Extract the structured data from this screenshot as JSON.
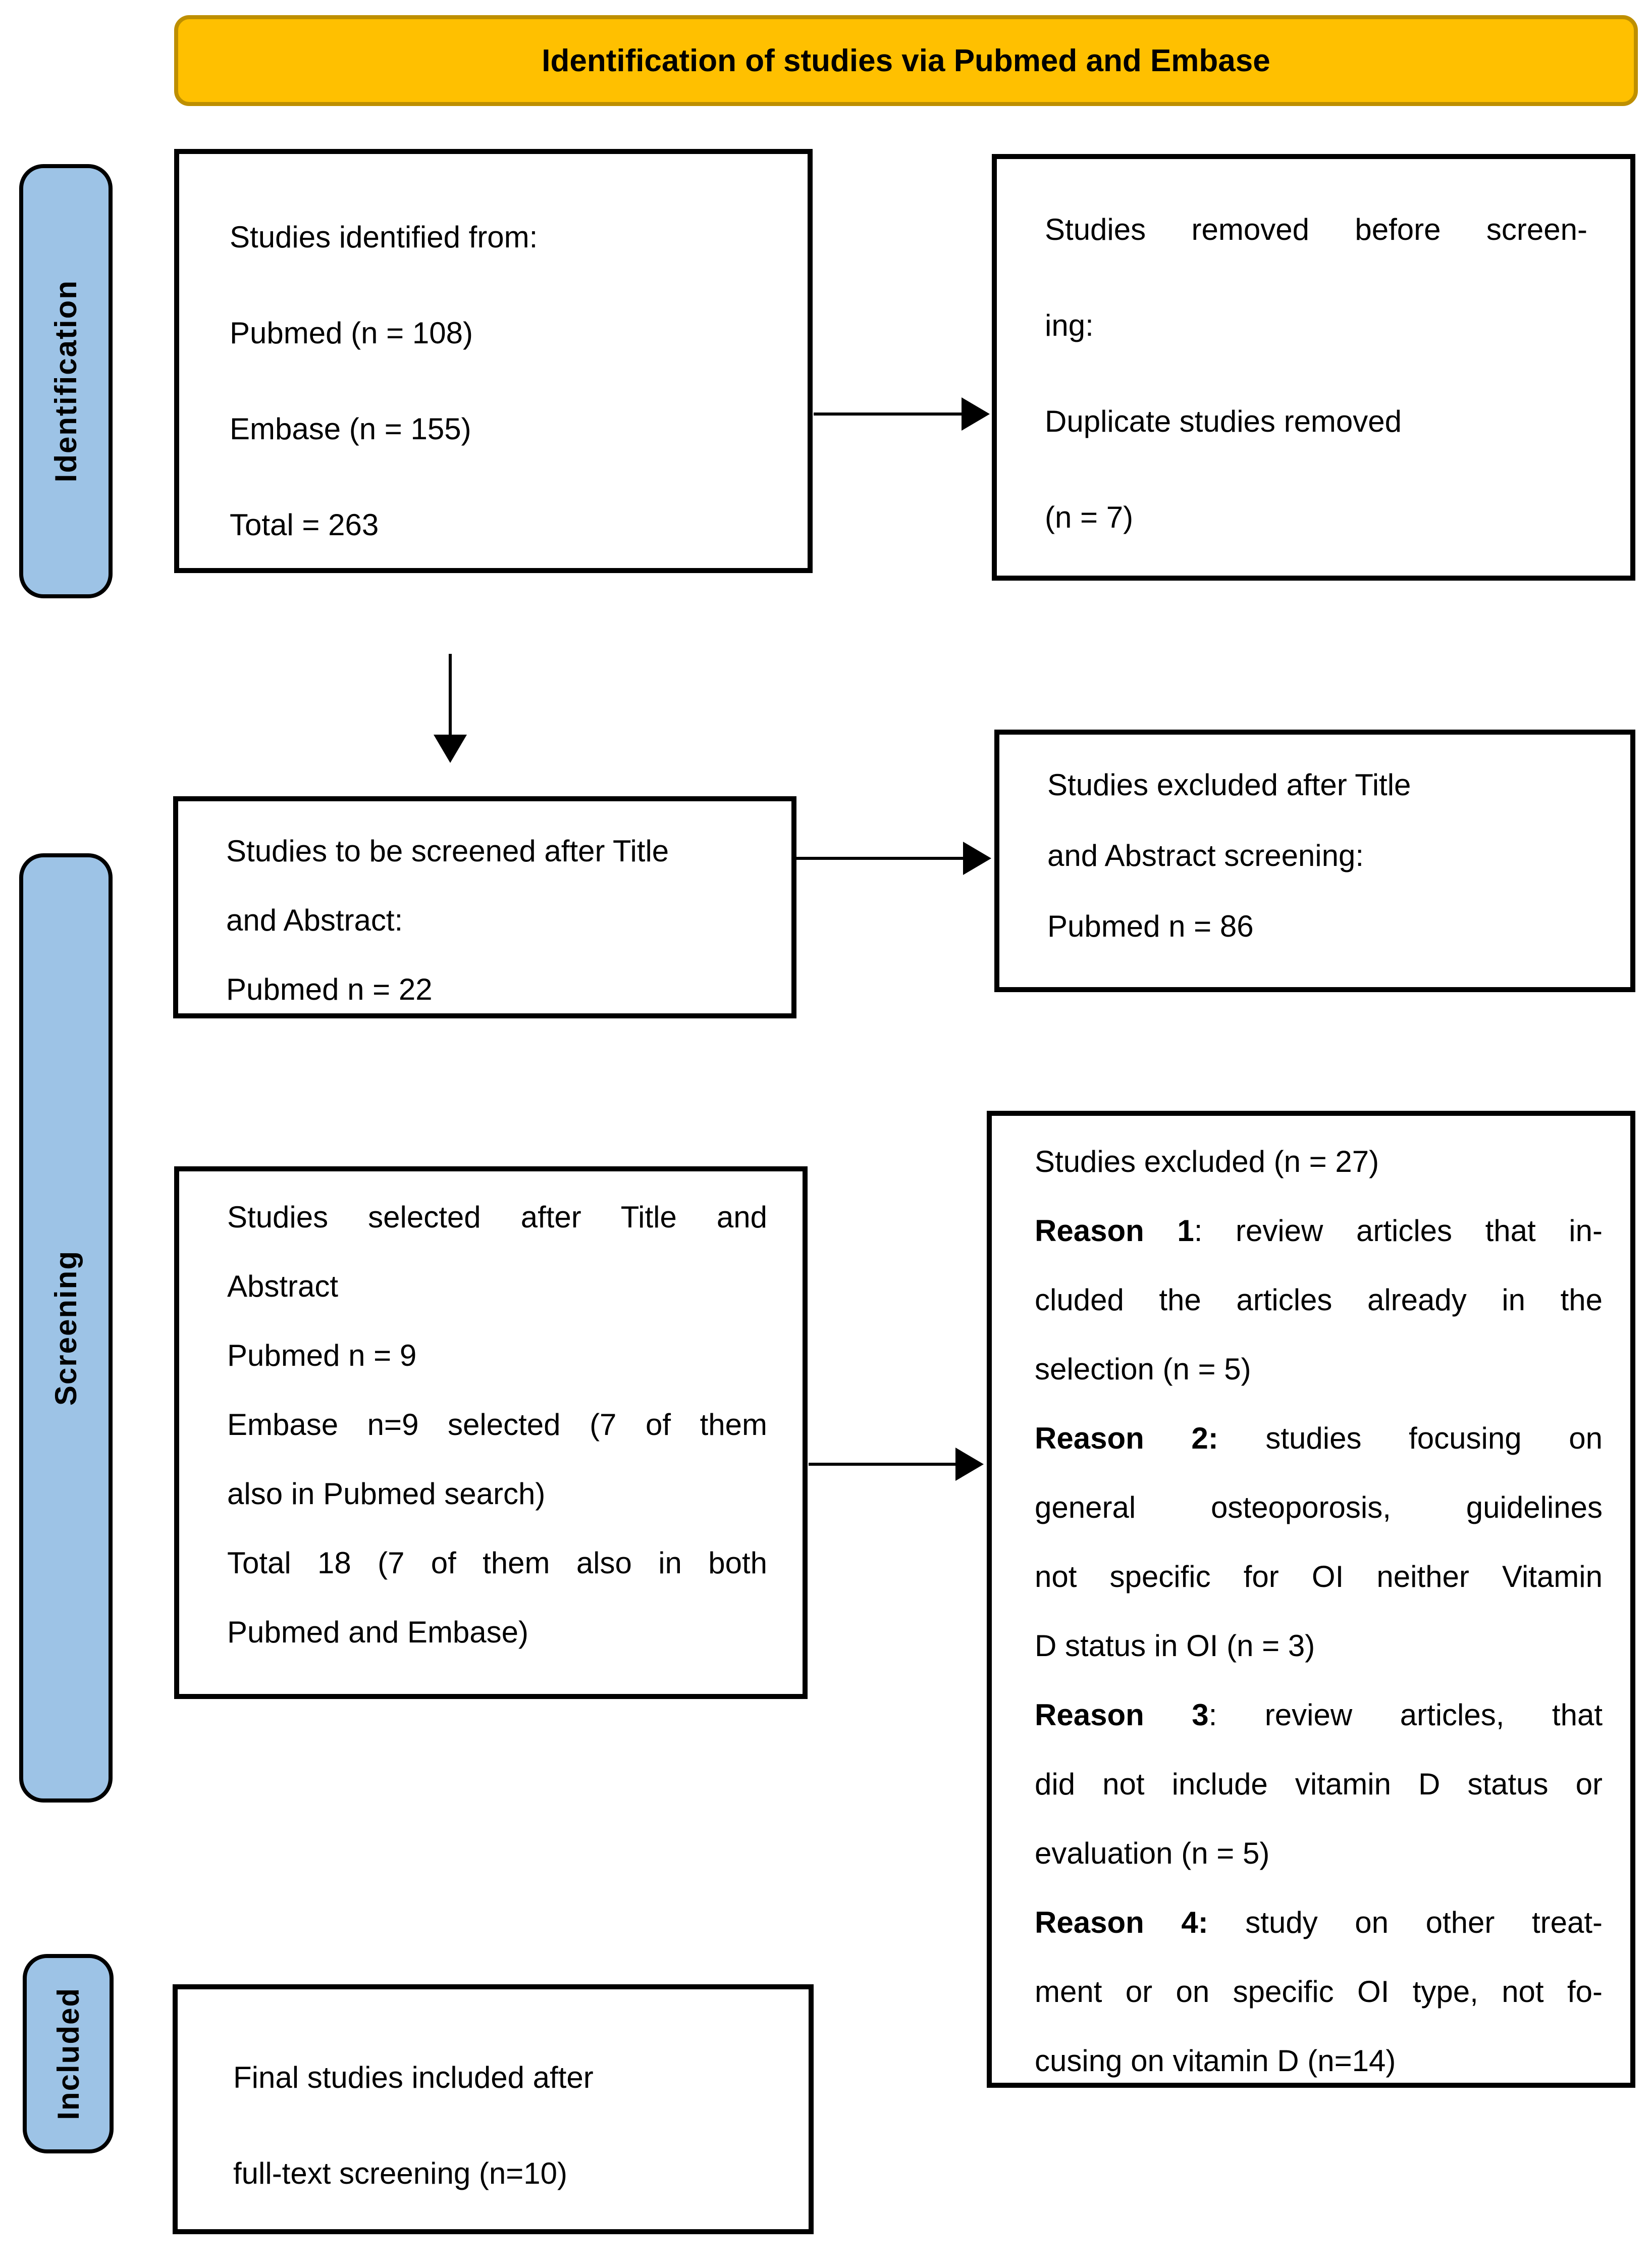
{
  "colors": {
    "banner_fill": "#FFC000",
    "banner_border": "#BE8F00",
    "stage_fill": "#9DC3E6",
    "line_color": "#000000"
  },
  "banner": {
    "title": "Identification of studies via Pubmed and Embase"
  },
  "stages": {
    "identification": "Identification",
    "screening": "Screening",
    "included": "Included"
  },
  "boxes": {
    "identified": {
      "lines": [
        {
          "s": [
            [
              "Studies identified from:",
              false
            ]
          ],
          "j": false
        },
        {
          "s": [
            [
              "Pubmed (n = 108)",
              false
            ]
          ],
          "j": false
        },
        {
          "s": [
            [
              "Embase (n = 155)",
              false
            ]
          ],
          "j": false
        },
        {
          "s": [
            [
              "Total = 263",
              false
            ]
          ],
          "j": false
        }
      ]
    },
    "removed": {
      "lines": [
        {
          "s": [
            [
              "Studies removed before screen-",
              false
            ]
          ],
          "j": true
        },
        {
          "s": [
            [
              "ing:",
              false
            ]
          ],
          "j": false
        },
        {
          "s": [
            [
              "Duplicate studies removed",
              false
            ]
          ],
          "j": false
        },
        {
          "s": [
            [
              "(n = 7)",
              false
            ]
          ],
          "j": false
        }
      ]
    },
    "toscreen": {
      "lines": [
        {
          "s": [
            [
              "Studies to be screened after Title",
              false
            ]
          ],
          "j": false
        },
        {
          "s": [
            [
              "and Abstract:",
              false
            ]
          ],
          "j": false
        },
        {
          "s": [
            [
              "Pubmed n = 22",
              false
            ]
          ],
          "j": false
        }
      ]
    },
    "excluded_ta": {
      "lines": [
        {
          "s": [
            [
              "Studies excluded after Title",
              false
            ]
          ],
          "j": false
        },
        {
          "s": [
            [
              "and Abstract screening:",
              false
            ]
          ],
          "j": false
        },
        {
          "s": [
            [
              "Pubmed n = 86",
              false
            ]
          ],
          "j": false
        }
      ]
    },
    "selected": {
      "lines": [
        {
          "s": [
            [
              "Studies selected after Title and",
              false
            ]
          ],
          "j": true
        },
        {
          "s": [
            [
              "Abstract",
              false
            ]
          ],
          "j": false
        },
        {
          "s": [
            [
              "Pubmed n = 9",
              false
            ]
          ],
          "j": false
        },
        {
          "s": [
            [
              "Embase n=9 selected (7 of them",
              false
            ]
          ],
          "j": true
        },
        {
          "s": [
            [
              "also in Pubmed search)",
              false
            ]
          ],
          "j": false
        },
        {
          "s": [
            [
              "Total 18 (7 of them also in both",
              false
            ]
          ],
          "j": true
        },
        {
          "s": [
            [
              "Pubmed and Embase)",
              false
            ]
          ],
          "j": false
        }
      ]
    },
    "reasons": {
      "lines": [
        {
          "s": [
            [
              "Studies excluded (n = 27)",
              false
            ]
          ],
          "j": false
        },
        {
          "s": [
            [
              "Reason 1",
              true
            ],
            [
              ": review articles that in-",
              false
            ]
          ],
          "j": true
        },
        {
          "s": [
            [
              "cluded the articles already in the",
              false
            ]
          ],
          "j": true
        },
        {
          "s": [
            [
              "selection (n = 5)",
              false
            ]
          ],
          "j": false
        },
        {
          "s": [
            [
              "Reason 2:",
              true
            ],
            [
              " studies focusing on",
              false
            ]
          ],
          "j": true
        },
        {
          "s": [
            [
              "general osteoporosis, guidelines",
              false
            ]
          ],
          "j": true
        },
        {
          "s": [
            [
              "not specific for OI neither Vitamin",
              false
            ]
          ],
          "j": true
        },
        {
          "s": [
            [
              "D status in OI (n = 3)",
              false
            ]
          ],
          "j": false
        },
        {
          "s": [
            [
              "Reason 3",
              true
            ],
            [
              ": review articles, that",
              false
            ]
          ],
          "j": true
        },
        {
          "s": [
            [
              "did not include vitamin D status or",
              false
            ]
          ],
          "j": true
        },
        {
          "s": [
            [
              "evaluation (n = 5)",
              false
            ]
          ],
          "j": false
        },
        {
          "s": [
            [
              "Reason 4:",
              true
            ],
            [
              " study on other treat-",
              false
            ]
          ],
          "j": true
        },
        {
          "s": [
            [
              "ment or on specific OI type, not fo-",
              false
            ]
          ],
          "j": true
        },
        {
          "s": [
            [
              "cusing on vitamin D (n=14)",
              false
            ]
          ],
          "j": false
        }
      ]
    },
    "final": {
      "lines": [
        {
          "s": [
            [
              "Final studies included after",
              false
            ]
          ],
          "j": false
        },
        {
          "s": [
            [
              "full-text screening (n=10)",
              false
            ]
          ],
          "j": false
        }
      ]
    }
  }
}
